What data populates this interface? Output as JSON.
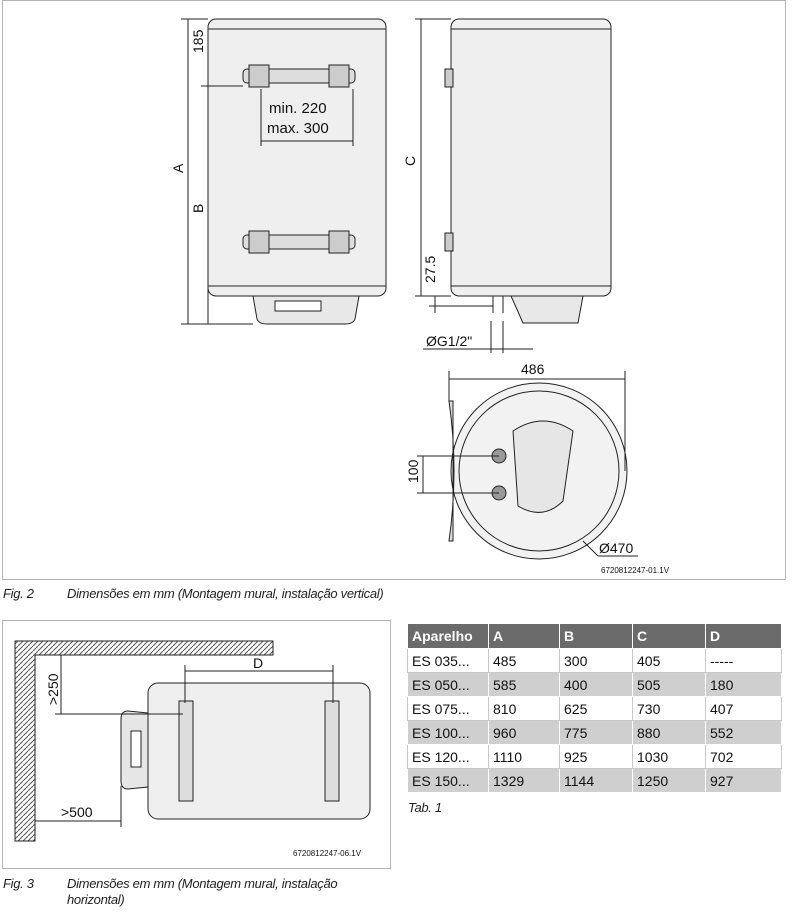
{
  "fig2": {
    "labels": {
      "a": "A",
      "b": "B",
      "c": "C",
      "d185": "185",
      "min": "min. 220",
      "max": "max. 300",
      "d275": "27.5",
      "thread": "ØG1/2\"",
      "w486": "486",
      "d100": "100",
      "dia": "Ø470"
    },
    "code": "6720812247-01.1V",
    "caption_num": "Fig. 2",
    "caption": "Dimensões em mm (Montagem mural, instalação vertical)"
  },
  "fig3": {
    "labels": {
      "d": "D",
      "d250": ">250",
      "d500": ">500"
    },
    "code": "6720812247-06.1V",
    "caption_num": "Fig. 3",
    "caption_line1": "Dimensões em mm (Montagem mural, instalação",
    "caption_line2": "horizontal)"
  },
  "table": {
    "headers": [
      "Aparelho",
      "A",
      "B",
      "C",
      "D"
    ],
    "rows": [
      [
        "ES 035...",
        "485",
        "300",
        "405",
        "-----"
      ],
      [
        "ES 050...",
        "585",
        "400",
        "505",
        "180"
      ],
      [
        "ES 075...",
        "810",
        "625",
        "730",
        "407"
      ],
      [
        "ES 100...",
        "960",
        "775",
        "880",
        "552"
      ],
      [
        "ES 120...",
        "1110",
        "925",
        "1030",
        "702"
      ],
      [
        "ES 150...",
        "1329",
        "1144",
        "1250",
        "927"
      ]
    ],
    "caption": "Tab. 1"
  }
}
